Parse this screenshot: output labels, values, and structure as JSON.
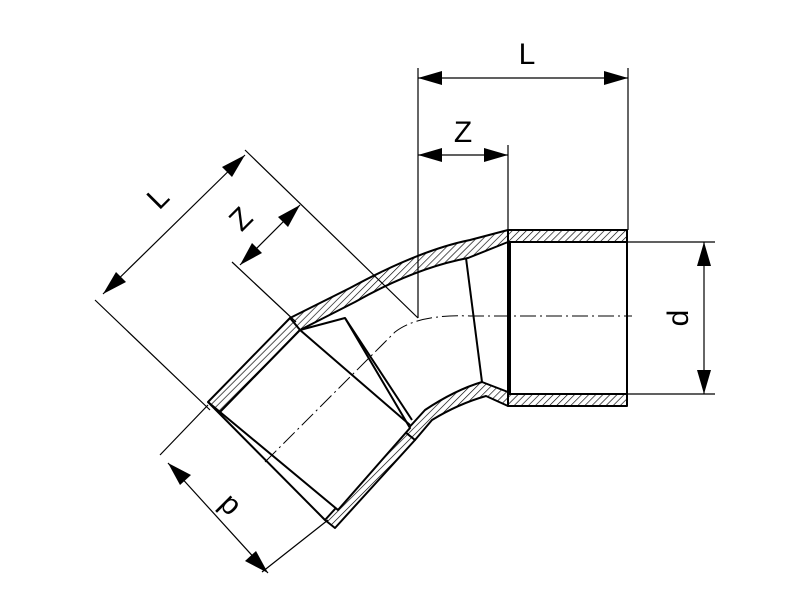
{
  "drawing": {
    "labels": {
      "L_top": "L",
      "Z_top": "Z",
      "d_right": "d",
      "L_left": "L",
      "Z_left": "Z",
      "d_left": "d"
    }
  }
}
